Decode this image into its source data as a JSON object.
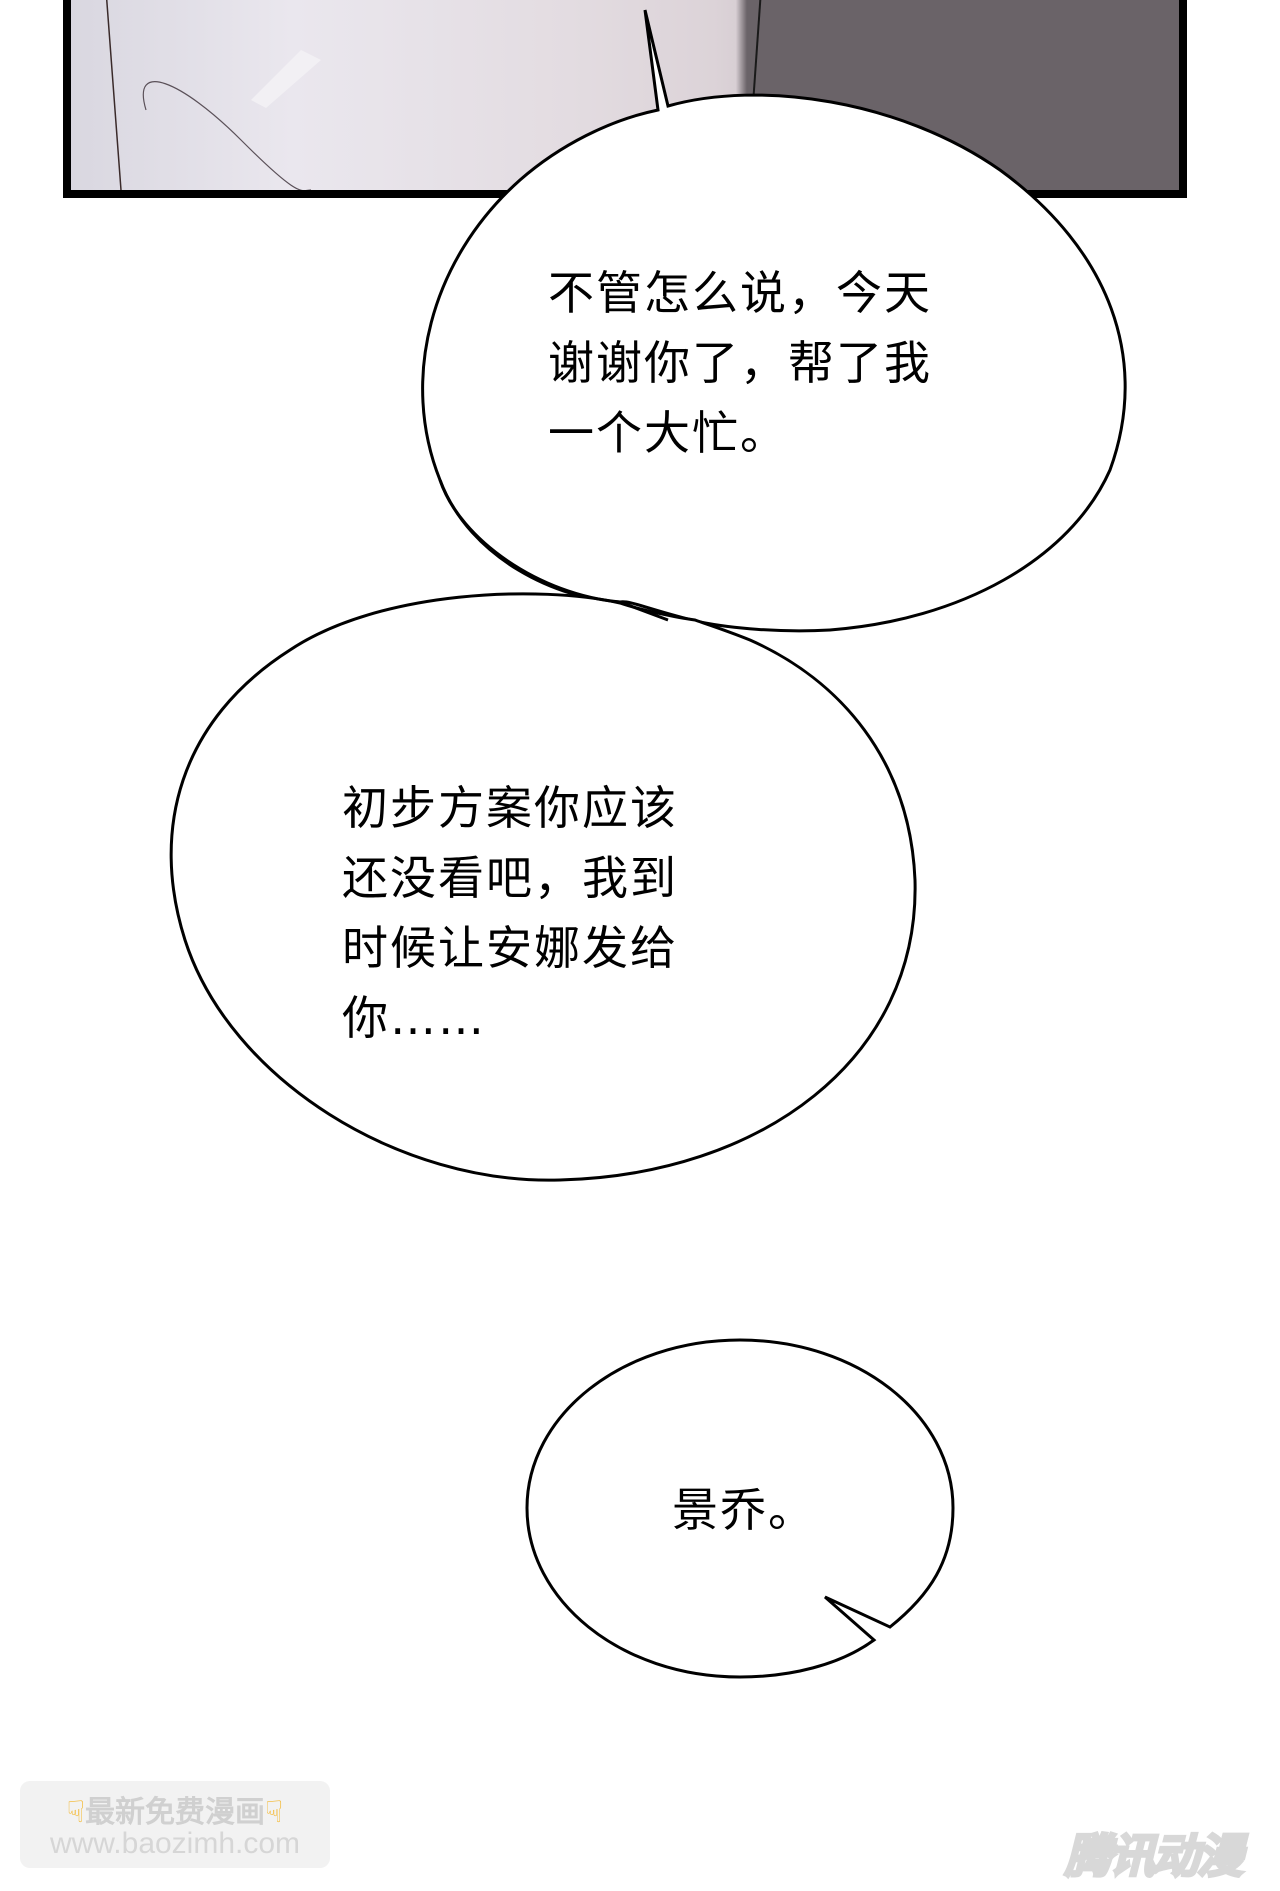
{
  "panel": {
    "colors": {
      "left_figure": "#e6e3ea",
      "right_background": "#6a6368",
      "border": "#000000"
    }
  },
  "bubbles": [
    {
      "id": "bubble-1",
      "lines": [
        "不管怎么说，今天",
        "谢谢你了，帮了我",
        "一个大忙。"
      ]
    },
    {
      "id": "bubble-2",
      "lines": [
        "初步方案你应该",
        "还没看吧，我到",
        "时候让安娜发给",
        "你……"
      ]
    },
    {
      "id": "bubble-3",
      "lines": [
        "景乔。"
      ]
    }
  ],
  "watermark": {
    "line1": "最新免费漫画",
    "line2": "www.baozimh.com",
    "icon": "pointing-down-hand-icon"
  },
  "logo": {
    "text": "腾讯动漫"
  }
}
